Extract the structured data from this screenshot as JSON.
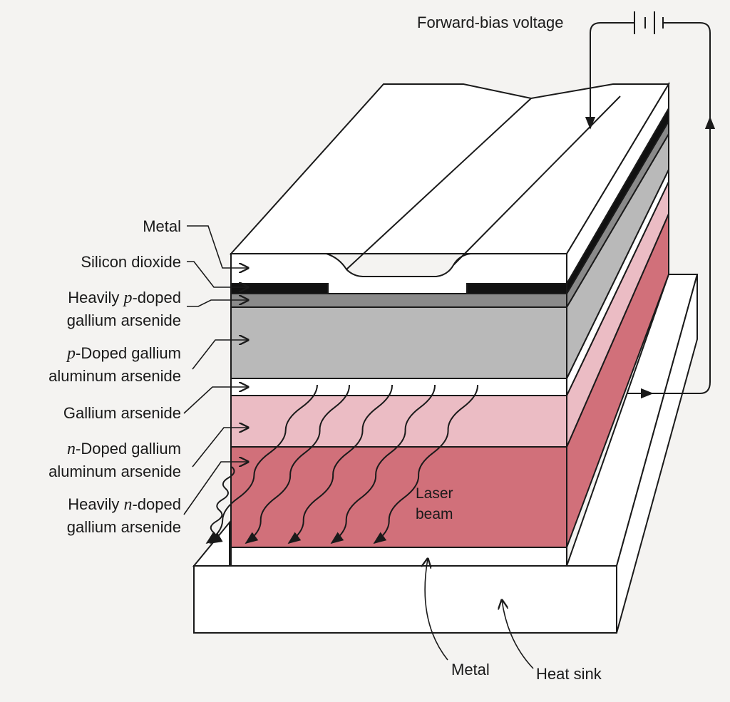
{
  "labels": {
    "forward_bias_voltage": "Forward-bias voltage",
    "metal_top": "Metal",
    "silicon_dioxide": "Silicon dioxide",
    "heavily_p_doped": {
      "pre": "Heavily ",
      "em": "p",
      "post": "-doped",
      "line2": "gallium arsenide"
    },
    "p_doped_gaalas": {
      "em": "p",
      "post": "-Doped gallium",
      "line2": "aluminum arsenide"
    },
    "gallium_arsenide": "Gallium arsenide",
    "n_doped_gaalas": {
      "em": "n",
      "post": "-Doped gallium",
      "line2": "aluminum arsenide"
    },
    "heavily_n_doped": {
      "pre": "Heavily ",
      "em": "n",
      "post": "-doped",
      "line2": "gallium arsenide"
    },
    "laser_beam": "Laser beam",
    "metal_bottom": "Metal",
    "heat_sink": "Heat sink"
  },
  "colors": {
    "metal": "#ffffff",
    "silicon_dioxide": "#111111",
    "heavily_p_doped": "#8a8a8a",
    "p_doped_gaalas": "#b9b9b9",
    "gallium_arsenide": "#ffffff",
    "n_doped_gaalas": "#ebbcc4",
    "heavily_n_doped": "#d1707a",
    "heat_sink": "#ffffff",
    "outline": "#1a1a1a"
  }
}
